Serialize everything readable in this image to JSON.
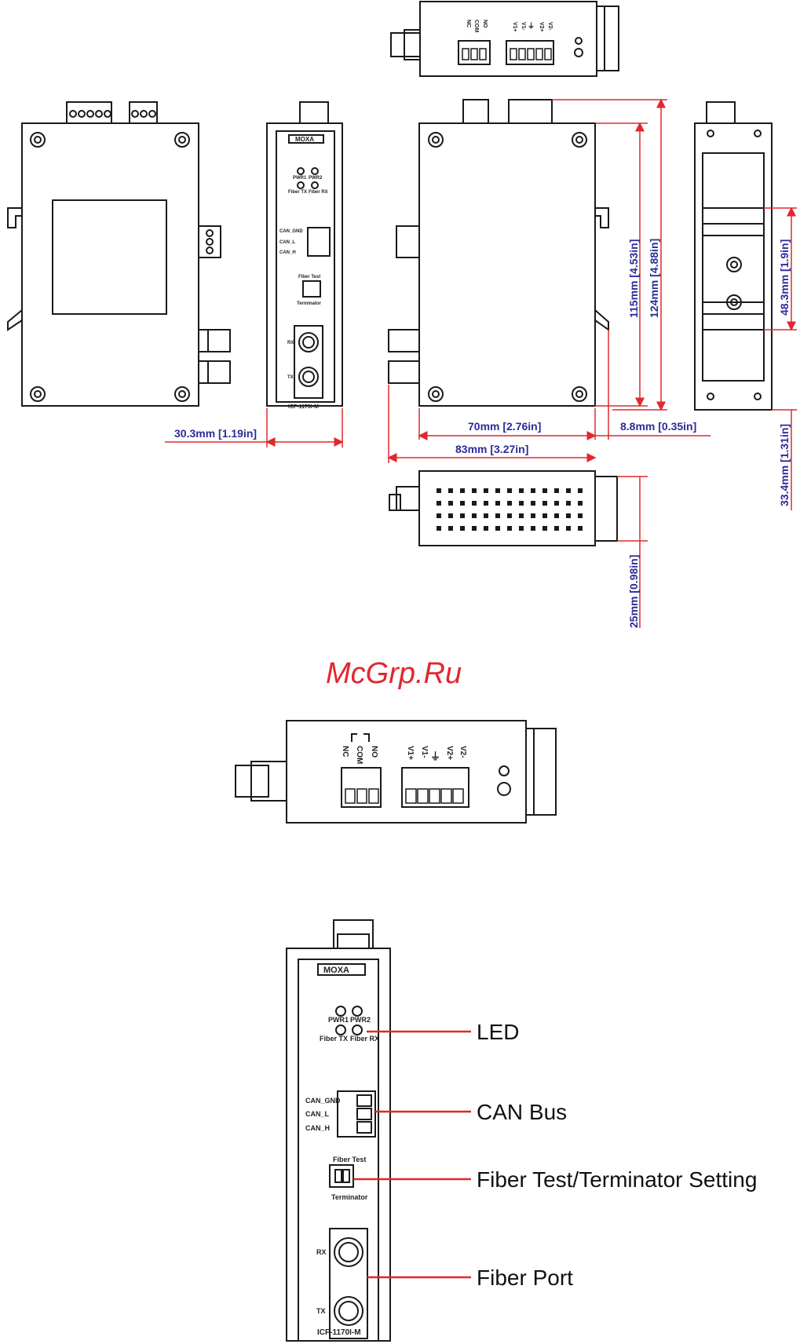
{
  "colors": {
    "outline": "#1a1a1a",
    "dimension_line": "#e0282e",
    "dimension_text": "#2b2b9a",
    "watermark": "#e0282e",
    "callout_line": "#e0282e"
  },
  "watermark": "McGrp.Ru",
  "brand": "MOXA",
  "model": "ICF-1170I-M",
  "front_labels": {
    "pwr1": "PWR1",
    "pwr2": "PWR2",
    "fiber_tx": "Fiber TX",
    "fiber_rx": "Fiber RX",
    "can_gnd": "CAN_GND",
    "can_l": "CAN_L",
    "can_h": "CAN_H",
    "fiber_test": "Fiber Test",
    "terminator": "Terminator",
    "rx": "RX",
    "tx": "TX"
  },
  "top_labels": {
    "nc": "NC",
    "com": "COM",
    "no": "NO",
    "v1_plus": "V1+",
    "v1_minus": "V1-",
    "ground": "⏚",
    "v2_plus": "V2+",
    "v2_minus": "V2-"
  },
  "dimensions": {
    "height_115": "115mm [4.53in]",
    "height_124": "124mm [4.88in]",
    "din_48": "48.3mm [1.9in]",
    "depth_33": "33.4mm [1.31in]",
    "width_70": "70mm [2.76in]",
    "din_offset": "8.8mm [0.35in]",
    "width_83": "83mm [3.27in]",
    "front_width": "30.3mm [1.19in]",
    "bottom_25": "25mm [0.98in]"
  },
  "callouts": {
    "led": "LED",
    "can_bus": "CAN Bus",
    "fiber_setting": "Fiber Test/Terminator Setting",
    "fiber_port": "Fiber Port"
  }
}
